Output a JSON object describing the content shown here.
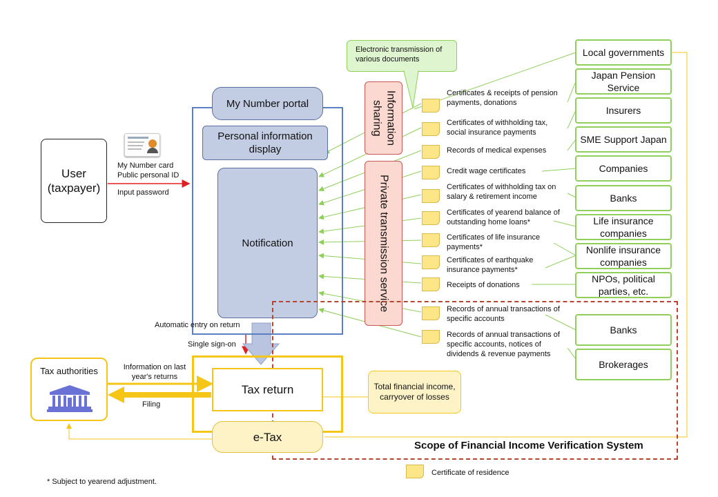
{
  "user": {
    "label": "User (taxpayer)"
  },
  "card": {
    "labels": [
      "My Number card",
      "Public personal ID",
      "Input password"
    ]
  },
  "portal": {
    "title": "My Number portal",
    "personal_info": "Personal information display",
    "notification": "Notification"
  },
  "callout_green": "Electronic transmission of various documents",
  "info_sharing": "Information sharing",
  "private_service": "Private transmission service",
  "documents": [
    "Certificates & receipts of pension payments, donations",
    "Certificates of withholding tax, social insurance payments",
    "Records of medical expenses",
    "Credit wage certificates",
    "Certificates of withholding tax on salary & retirement income",
    "Certificates of yearend balance of outstanding home loans*",
    "Certificates of life insurance payments*",
    "Certificates of earthquake insurance payments*",
    "Receipts of donations",
    "Records of annual transactions of specific accounts",
    "Records of annual transactions of specific accounts, notices of dividends & revenue payments"
  ],
  "organizations": [
    "Local governments",
    "Japan Pension Service",
    "Insurers",
    "SME Support Japan",
    "Companies",
    "Banks",
    "Life insurance companies",
    "Nonlife insurance companies",
    "NPOs, political parties, etc.",
    "Banks",
    "Brokerages"
  ],
  "flow": {
    "automatic_entry": "Automatic entry on return",
    "single_sign_on": "Single sign-on",
    "info_last_year": "Information on last year's returns",
    "filing": "Filing"
  },
  "tax_authorities": "Tax authorities",
  "tax_return": "Tax return",
  "etax": "e-Tax",
  "callout_yellow": "Total financial income, carryover of losses",
  "scope": "Scope of Financial Income Verification System",
  "legend": "Certificate of residence",
  "footnote": "* Subject to yearend adjustment.",
  "colors": {
    "portal_blue": "#5b7fbe",
    "blue_fill": "#c2cce3",
    "green": "#8fcf5a",
    "yellow": "#f5c518",
    "red_arrow": "#e02020",
    "scope_red": "#b5442c",
    "salmon": "#fbd9d0"
  }
}
